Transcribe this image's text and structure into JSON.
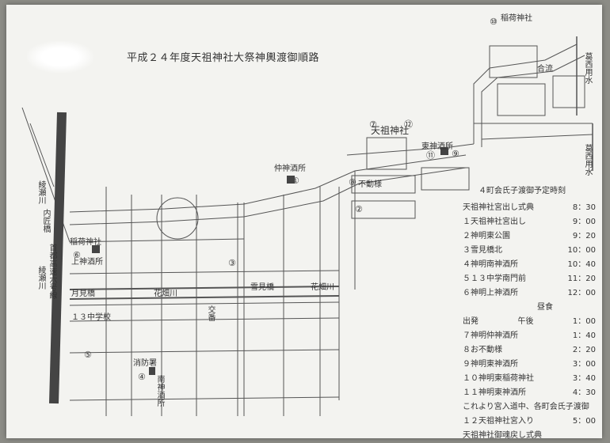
{
  "title": "平成２４年度天祖神社大祭神輿渡御順路",
  "map_labels": {
    "inari": "稲荷神社",
    "kamishinshu": "上神酒所",
    "tsukimibashi": "月見橋",
    "hanahatagawa_1": "花畑川",
    "yukimibashi": "雪見橋",
    "hanahatagawa_2": "花畑川",
    "jhs13": "１３中学校",
    "koban": "交番",
    "shobo": "消防署",
    "minami": "南神酒所",
    "naka": "仲神酒所",
    "fudo": "不動様",
    "tenso": "天祖神社",
    "higashi": "東神酒所",
    "higashi_inari": "稲荷神社",
    "goryu": "合流",
    "ayase_1": "綾瀬川",
    "ayase_2": "綾瀬川",
    "uchitakumi": "内匠橋",
    "highway": "首都高速六号線",
    "kasai_1": "葛西用水",
    "kasai_2": "葛西用水"
  },
  "route_marks": [
    "①",
    "②",
    "③",
    "④",
    "⑤",
    "⑥",
    "⑦",
    "⑧",
    "⑨",
    "⑩",
    "⑪",
    "⑫"
  ],
  "schedule": {
    "heading": "４町会氏子渡御予定時刻",
    "rows": [
      {
        "label": "天祖神社宮出し式典",
        "time": "8：30"
      },
      {
        "label": "１天祖神社宮出し",
        "time": "9：00"
      },
      {
        "label": "２神明東公園",
        "time": "9：20"
      },
      {
        "label": "３雪見橋北",
        "time": "10：00"
      },
      {
        "label": "４神明南神酒所",
        "time": "10：40"
      },
      {
        "label": "５１３中学南門前",
        "time": "11：20"
      },
      {
        "label": "６神明上神酒所",
        "time": "12：00"
      }
    ],
    "lunch": "昼食",
    "afternoon": {
      "label": "出発",
      "period": "午後",
      "time": "1：00"
    },
    "rows2": [
      {
        "label": "７神明仲神酒所",
        "time": "1：40"
      },
      {
        "label": "８お不動様",
        "time": "2：20"
      },
      {
        "label": "９神明東神酒所",
        "time": "3：00"
      },
      {
        "label": "１０神明東稲荷神社",
        "time": "3：40"
      },
      {
        "label": "１１神明東神酒所",
        "time": "4：30"
      }
    ],
    "note": "これより宮入道中、各町会氏子渡御",
    "final": {
      "label": "１２天祖神社宮入り",
      "time": "5：00"
    },
    "closing": "天祖神社御魂戻し式典"
  }
}
